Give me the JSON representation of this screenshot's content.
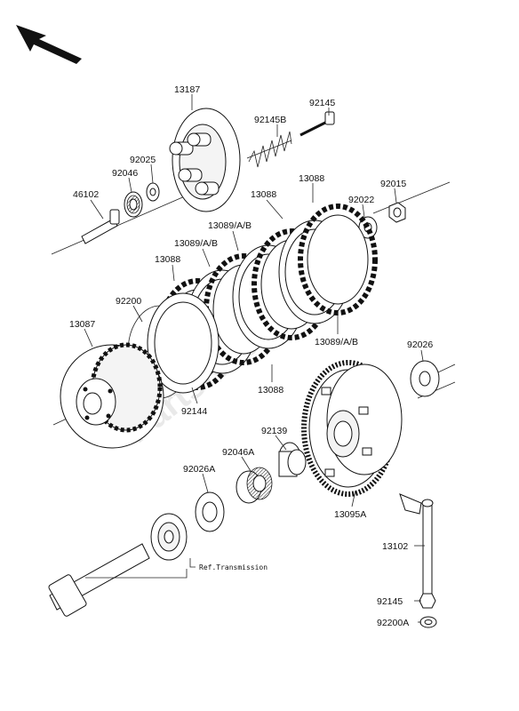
{
  "diagram": {
    "watermark": "PartsRepublik",
    "reference_note": "Ref.Transmission",
    "part_labels": {
      "p13187": "13187",
      "p92145_top": "92145",
      "p92145B": "92145B",
      "p92025": "92025",
      "p92046": "92046",
      "p46102": "46102",
      "p13088_a": "13088",
      "p92022": "92022",
      "p92015": "92015",
      "p13088_b": "13088",
      "p13089_a": "13089/A/B",
      "p13089_b": "13089/A/B",
      "p13088_c": "13088",
      "p92200": "92200",
      "p13087": "13087",
      "p13089_c": "13089/A/B",
      "p92026": "92026",
      "p13088_d": "13088",
      "p92144": "92144",
      "p92139": "92139",
      "p92046A": "92046A",
      "p92026A": "92026A",
      "p13095A": "13095A",
      "p13102": "13102",
      "p92145_bottom": "92145",
      "p92200A": "92200A"
    }
  }
}
